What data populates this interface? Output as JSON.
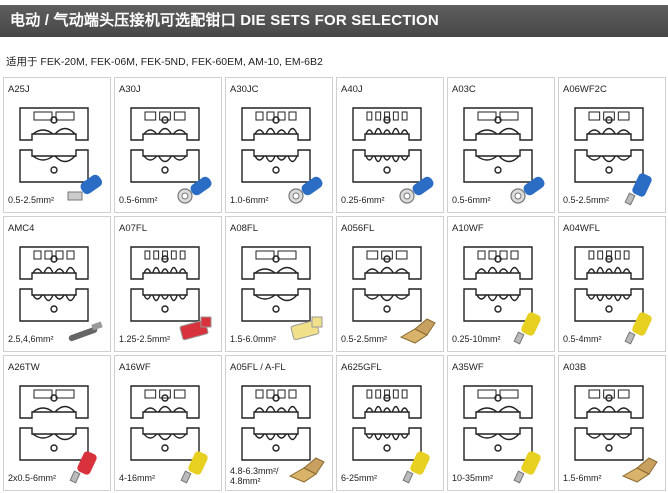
{
  "header": {
    "title": "电动 / 气动端头压接机可选配钳口 DIE SETS FOR SELECTION"
  },
  "subtitle": "适用于 FEK-20M, FEK-06M, FEK-5ND, FEK-60EM, AM-10, EM-6B2",
  "cells": [
    {
      "code": "A25J",
      "range": "0.5-2.5mm²",
      "terminal": "insulated-fork-blue",
      "color": "#2b6cc4"
    },
    {
      "code": "A30J",
      "range": "0.5-6mm²",
      "terminal": "ring-blue",
      "color": "#2b6cc4"
    },
    {
      "code": "A30JC",
      "range": "1.0-6mm²",
      "terminal": "ring-blue",
      "color": "#2b6cc4"
    },
    {
      "code": "A40J",
      "range": "0.25-6mm²",
      "terminal": "ring-blue",
      "color": "#2b6cc4"
    },
    {
      "code": "A03C",
      "range": "0.5-6mm²",
      "terminal": "ring-blue",
      "color": "#2b6cc4"
    },
    {
      "code": "A06WF2C",
      "range": "0.5-2.5mm²",
      "terminal": "ferrule-blue",
      "color": "#2b6cc4"
    },
    {
      "code": "AMC4",
      "range": "2.5,4,6mm²",
      "terminal": "solar-pin",
      "color": "#444444"
    },
    {
      "code": "A07FL",
      "range": "1.25-2.5mm²",
      "terminal": "flag-red",
      "color": "#d8323c"
    },
    {
      "code": "A08FL",
      "range": "1.5-6.0mm²",
      "terminal": "flag-yellow",
      "color": "#f0e08a"
    },
    {
      "code": "A056FL",
      "range": "0.5-2.5mm²",
      "terminal": "open-barrel",
      "color": "#c8a060"
    },
    {
      "code": "A10WF",
      "range": "0.25-10mm²",
      "terminal": "ferrule-yellow",
      "color": "#e8d020"
    },
    {
      "code": "A04WFL",
      "range": "0.5-4mm²",
      "terminal": "ferrule-yellow",
      "color": "#e8d020"
    },
    {
      "code": "A26TW",
      "range": "2x0.5-6mm²",
      "terminal": "twin-ferrule-red",
      "color": "#d8323c"
    },
    {
      "code": "A16WF",
      "range": "4-16mm²",
      "terminal": "ferrule-yellow",
      "color": "#e8d020"
    },
    {
      "code": "A05FL / A-FL",
      "range": "4.8-6.3mm²/ 4.8mm²",
      "terminal": "open-barrel",
      "color": "#c8a060"
    },
    {
      "code": "A625GFL",
      "range": "6-25mm²",
      "terminal": "ferrule-yellow",
      "color": "#e8d020"
    },
    {
      "code": "A35WF",
      "range": "10-35mm²",
      "terminal": "ferrule-yellow",
      "color": "#e8d020"
    },
    {
      "code": "A03B",
      "range": "1.5-6mm²",
      "terminal": "open-barrel",
      "color": "#c8a060"
    }
  ]
}
